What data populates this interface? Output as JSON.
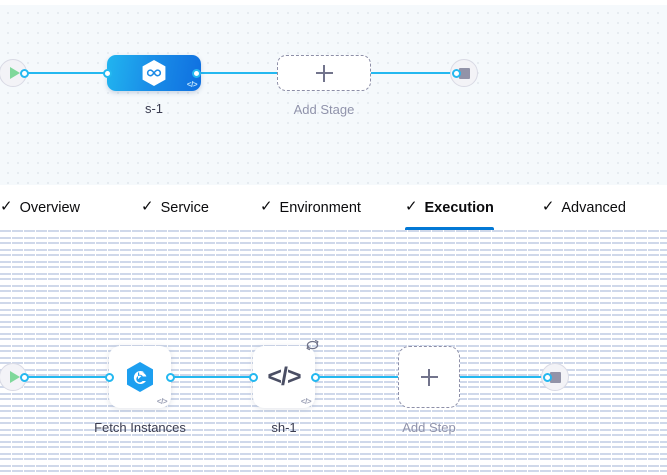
{
  "canvas_stage": {
    "name": "stage-canvas",
    "start_node": {
      "icon": "play-icon",
      "label": "Start"
    },
    "end_node": {
      "icon": "stop-icon",
      "label": "End"
    },
    "nodes": [
      {
        "id": "s-1",
        "label": "s-1",
        "type": "deployment-stage",
        "icon": "harness-hexagon-infinity-icon",
        "badge": "code-icon",
        "selected": true
      },
      {
        "id": "add-stage",
        "label": "Add Stage",
        "type": "add-placeholder",
        "icon": "plus-icon"
      }
    ]
  },
  "tabs": {
    "name": "stage-config-tabs",
    "items": [
      {
        "label": "Overview",
        "icon": "check-icon",
        "active": false
      },
      {
        "label": "Service",
        "icon": "check-icon",
        "active": false
      },
      {
        "label": "Environment",
        "icon": "check-icon",
        "active": false
      },
      {
        "label": "Execution",
        "icon": "check-icon",
        "active": true
      },
      {
        "label": "Advanced",
        "icon": "check-icon",
        "active": false
      }
    ],
    "active_index": 3,
    "accent_color": "#0278d5"
  },
  "canvas_steps": {
    "name": "execution-step-canvas",
    "start_node": {
      "icon": "play-icon",
      "label": "Start"
    },
    "end_node": {
      "icon": "stop-icon",
      "label": "End"
    },
    "nodes": [
      {
        "id": "fetch-instances",
        "label": "Fetch Instances",
        "type": "step",
        "icon": "azure-webapp-hexagon-icon",
        "badge": "code-icon"
      },
      {
        "id": "sh-1",
        "label": "sh-1",
        "type": "shell-script-step",
        "icon": "code-angle-brackets-icon",
        "badge": "code-icon",
        "loop_badge": "retry-loop-icon"
      },
      {
        "id": "add-step",
        "label": "Add Step",
        "type": "add-placeholder",
        "icon": "plus-icon"
      }
    ]
  },
  "colors": {
    "edge": "#24b8f0",
    "stage_node_start": "#21b5f0",
    "stage_node_end": "#0f6fe0",
    "tab_accent": "#0278d5",
    "stage_canvas_bg": "#f5f9fc",
    "step_canvas_bg": "#ffffff"
  }
}
